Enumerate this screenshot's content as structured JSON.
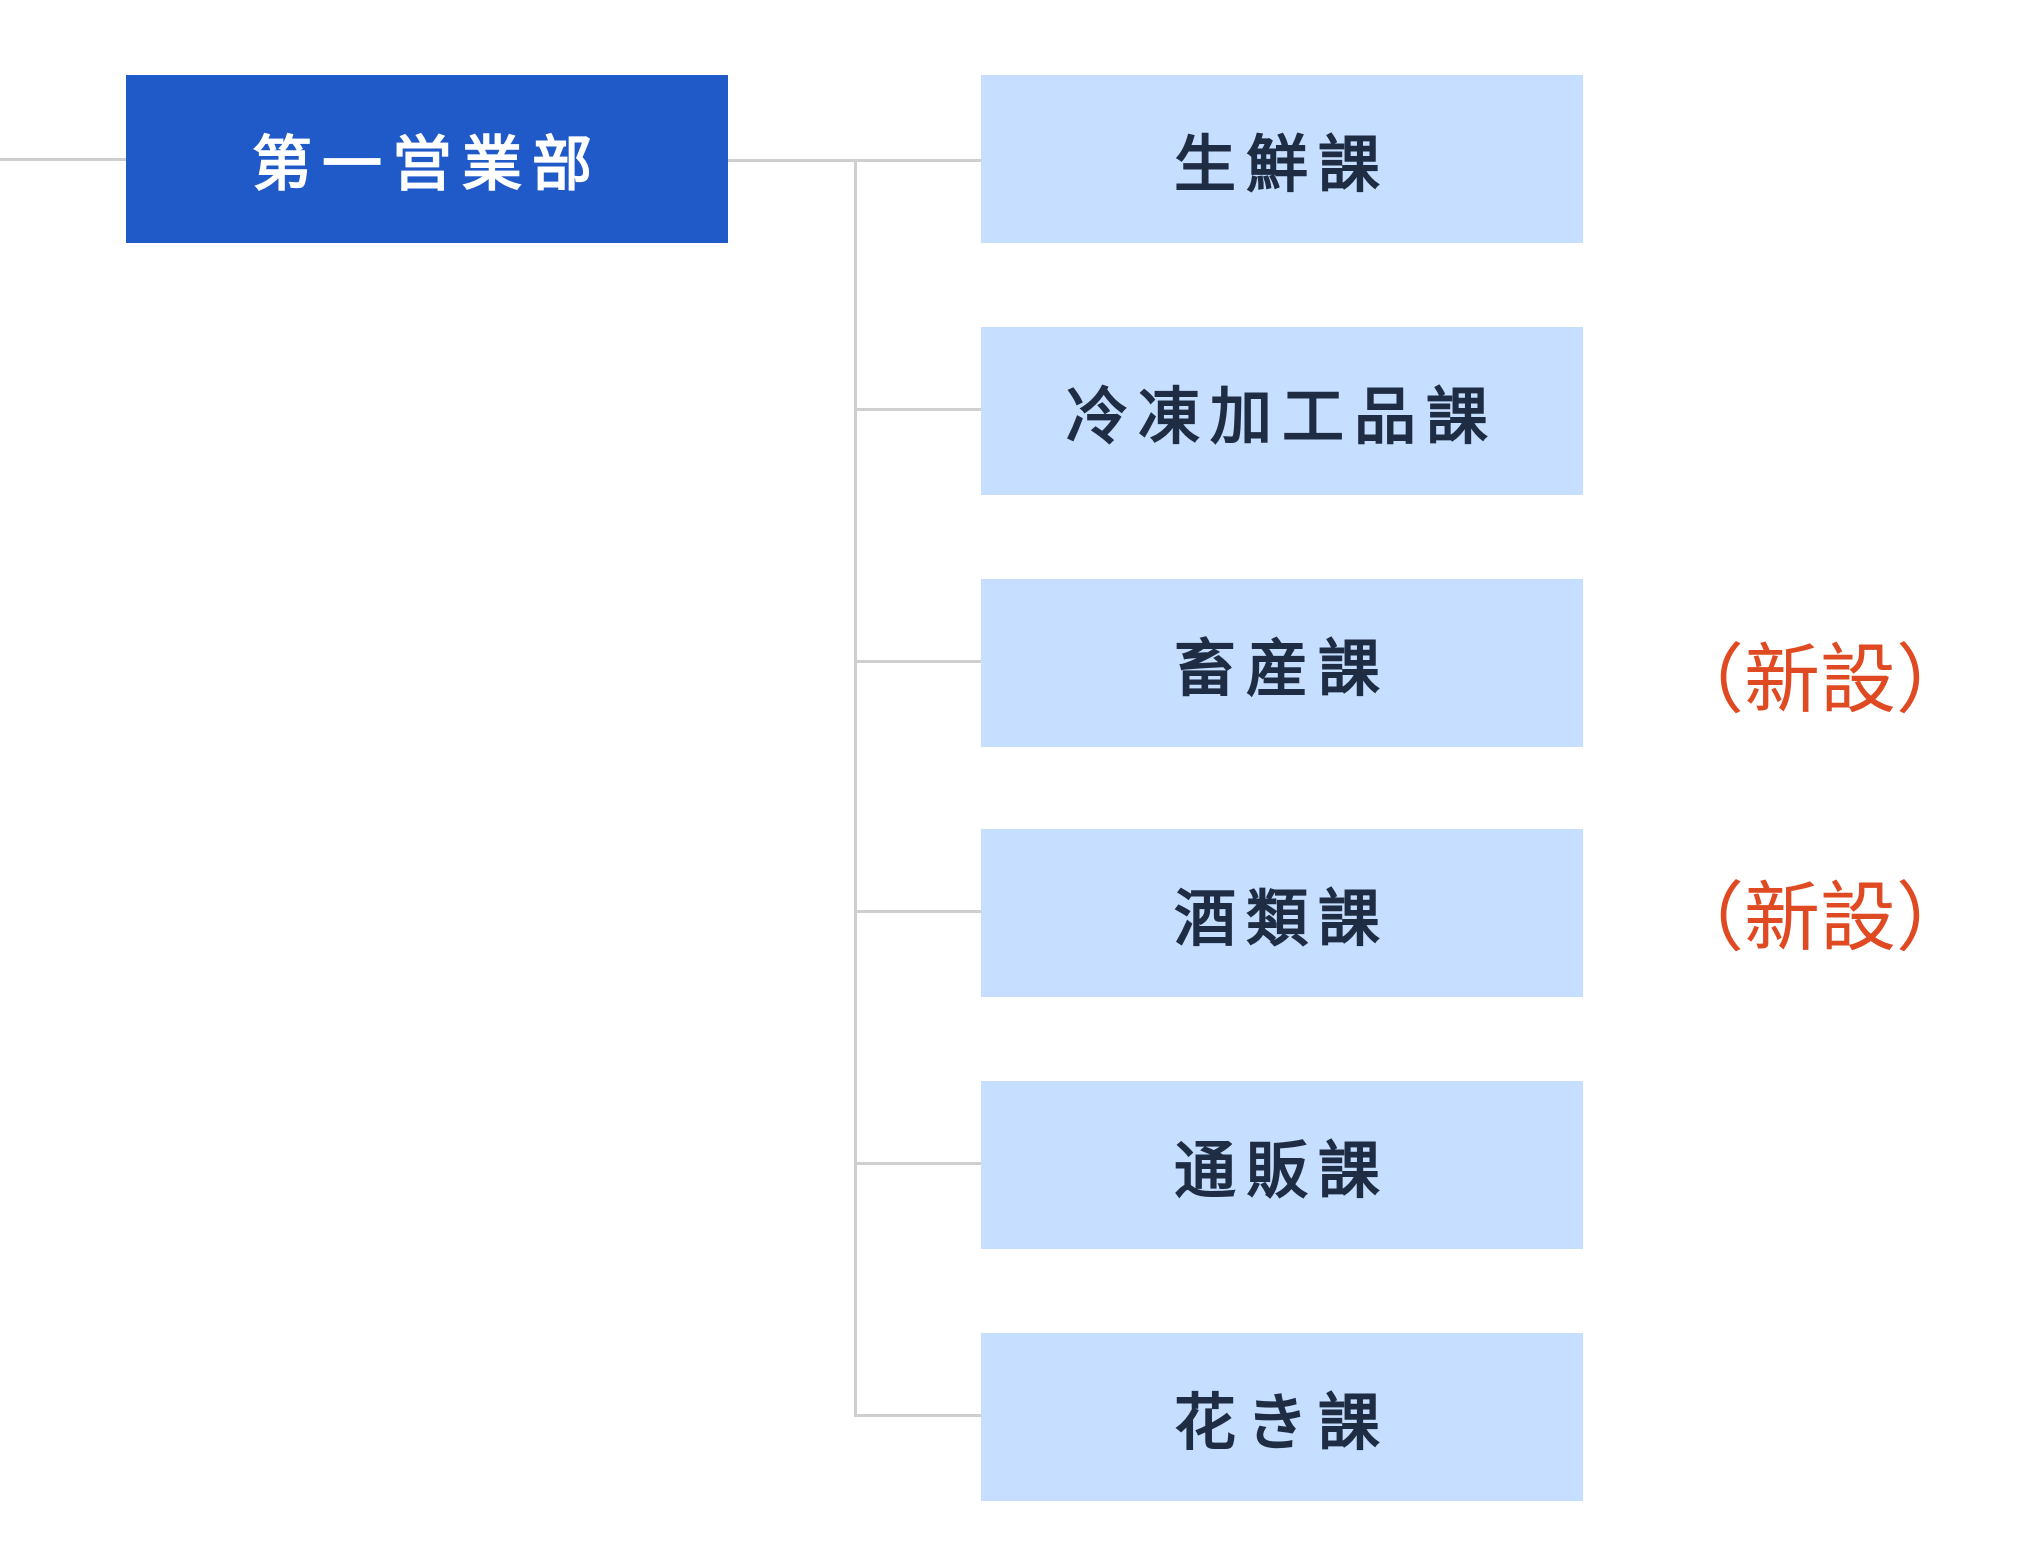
{
  "colors": {
    "department_bg": "#1f5ac8",
    "section_bg": "#c6deff",
    "section_text": "#1f2d44",
    "connector": "#cfcfcf",
    "note_text": "#e04a22"
  },
  "department": {
    "label": "第一営業部"
  },
  "sections": [
    {
      "label": "生鮮課",
      "note": ""
    },
    {
      "label": "冷凍加工品課",
      "note": ""
    },
    {
      "label": "畜産課",
      "note": "（新設）"
    },
    {
      "label": "酒類課",
      "note": "（新設）"
    },
    {
      "label": "通販課",
      "note": ""
    },
    {
      "label": "花き課",
      "note": ""
    }
  ]
}
